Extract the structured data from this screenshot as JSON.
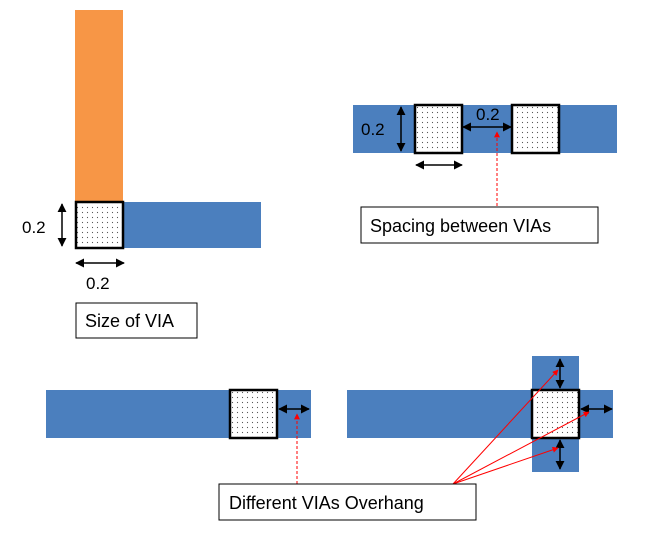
{
  "colors": {
    "metal_blue": "#4b7fbe",
    "metal_orange": "#f79646",
    "via_border": "#000000",
    "via_fill": "#ffffff",
    "annotation_red": "#ff0000"
  },
  "diagrams": {
    "via_size": {
      "height_label": "0.2",
      "width_label": "0.2",
      "caption": "Size of VIA"
    },
    "via_spacing": {
      "height_label": "0.2",
      "spacing_label": "0.2",
      "caption": "Spacing between VIAs"
    },
    "via_overhang": {
      "caption": "Different VIAs Overhang"
    }
  }
}
